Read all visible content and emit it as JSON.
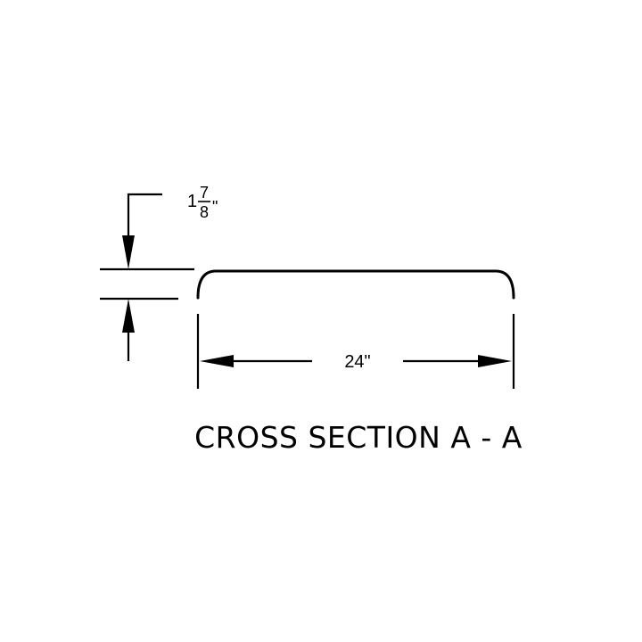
{
  "thickness": {
    "whole": "1",
    "numerator": "7",
    "denominator": "8",
    "unit": "\""
  },
  "width_label": "24\"",
  "title": "CROSS SECTION A - A"
}
